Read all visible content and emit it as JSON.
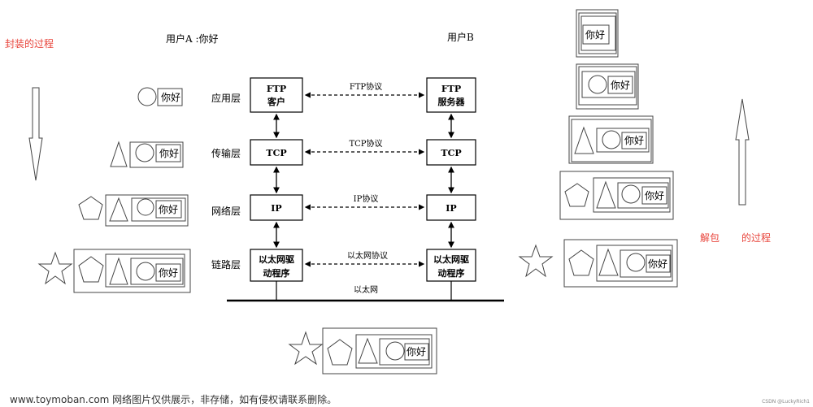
{
  "labels": {
    "encap_title": "封装的过程",
    "decap_title_part1": "解包",
    "decap_title_part2": "的过程",
    "user_a": "用户A :你好",
    "user_b": "用户B"
  },
  "layers": {
    "app": "应用层",
    "transport": "传输层",
    "network": "网络层",
    "link": "链路层"
  },
  "boxes": {
    "ftp_client_1": "FTP",
    "ftp_client_2": "客户",
    "ftp_server_1": "FTP",
    "ftp_server_2": "服务器",
    "tcp": "TCP",
    "ip": "IP",
    "eth_driver_1": "以太网驱",
    "eth_driver_2": "动程序"
  },
  "protocols": {
    "ftp": "FTP协议",
    "tcp": "TCP协议",
    "ip": "IP协议",
    "eth": "以太网协议"
  },
  "network_label": "以太网",
  "packet_text": "你好",
  "watermark": "www.toymoban.com 网络图片仅供展示，非存储，如有侵权请联系删除。",
  "credit": "CSDN @LuckyRich1",
  "colors": {
    "accent": "#e8453c"
  }
}
